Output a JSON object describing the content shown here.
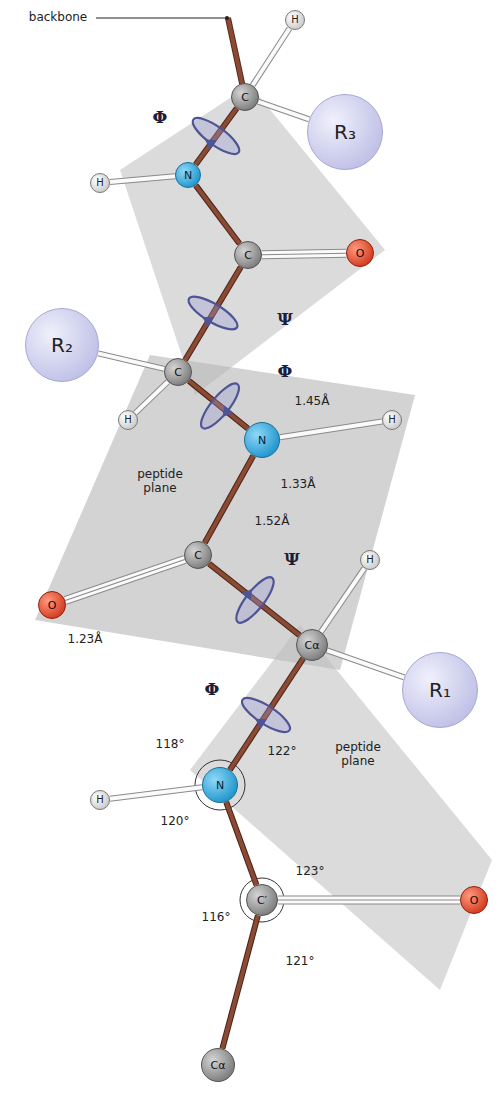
{
  "diagram": {
    "nodes": [
      {
        "text": [
          "H"
        ]
      },
      {
        "text": [
          "C"
        ]
      },
      {
        "text": [
          "R₃"
        ]
      },
      {
        "text": [
          "N"
        ]
      },
      {
        "text": [
          "H"
        ]
      },
      {
        "text": [
          "C"
        ]
      },
      {
        "text": [
          "O"
        ]
      },
      {
        "text": [
          "R₂"
        ]
      },
      {
        "text": [
          "C"
        ]
      },
      {
        "text": [
          "H"
        ]
      },
      {
        "text": [
          "H"
        ]
      },
      {
        "text": [
          "N"
        ]
      },
      {
        "text": [
          "C"
        ]
      },
      {
        "text": [
          "H"
        ]
      },
      {
        "text": [
          "O"
        ]
      },
      {
        "text": [
          "Cα"
        ]
      },
      {
        "text": [
          "R₁"
        ]
      },
      {
        "text": [
          "N"
        ]
      },
      {
        "text": [
          "H"
        ]
      },
      {
        "text": [
          "C′"
        ]
      },
      {
        "text": [
          "O"
        ]
      },
      {
        "text": [
          "Cα"
        ]
      }
    ],
    "edges": [
      {
        "from": 1,
        "to": 0,
        "arrow": "none"
      },
      {
        "from": 1,
        "to": 2,
        "arrow": "none"
      },
      {
        "from": 1,
        "to": 3,
        "arrow": "none"
      },
      {
        "from": 3,
        "to": 4,
        "arrow": "none"
      },
      {
        "from": 3,
        "to": 5,
        "arrow": "none"
      },
      {
        "from": 5,
        "to": 6,
        "arrow": "none"
      },
      {
        "from": 5,
        "to": 8,
        "arrow": "none"
      },
      {
        "from": 8,
        "to": 7,
        "arrow": "none"
      },
      {
        "from": 8,
        "to": 9,
        "arrow": "none"
      },
      {
        "from": 8,
        "to": 11,
        "arrow": "none"
      },
      {
        "from": 11,
        "to": 10,
        "arrow": "none"
      },
      {
        "from": 11,
        "to": 12,
        "arrow": "none"
      },
      {
        "from": 12,
        "to": 14,
        "arrow": "none"
      },
      {
        "from": 12,
        "to": 15,
        "arrow": "none"
      },
      {
        "from": 15,
        "to": 13,
        "arrow": "none"
      },
      {
        "from": 15,
        "to": 16,
        "arrow": "none"
      },
      {
        "from": 15,
        "to": 17,
        "arrow": "none"
      },
      {
        "from": 17,
        "to": 18,
        "arrow": "none"
      },
      {
        "from": 17,
        "to": 19,
        "arrow": "none"
      },
      {
        "from": 19,
        "to": 20,
        "arrow": "none"
      },
      {
        "from": 19,
        "to": 21,
        "arrow": "none"
      }
    ],
    "labels": [
      "backbone",
      "Φ",
      "Ψ",
      "Φ",
      "1.45Å",
      "peptide plane",
      "1.33Å",
      "1.52Å",
      "Ψ",
      "1.23Å",
      "Φ",
      "118°",
      "122°",
      "120°",
      "peptide plane",
      "123°",
      "116°",
      "121°"
    ]
  }
}
